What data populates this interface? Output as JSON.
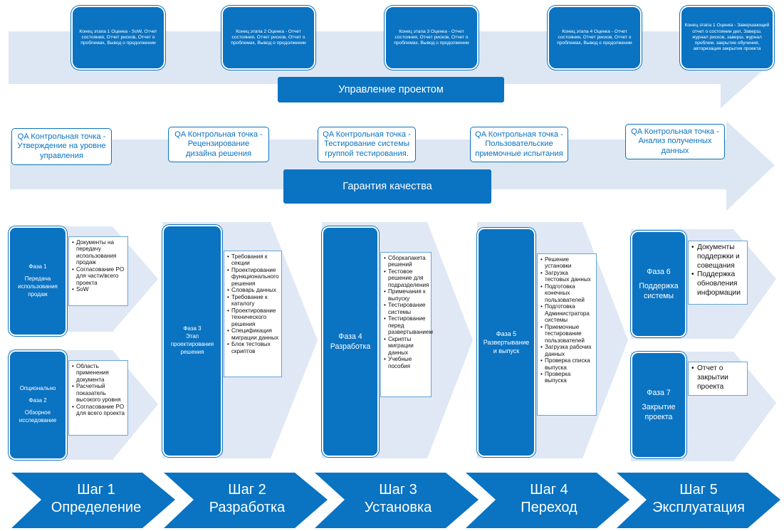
{
  "project_management": {
    "banner": "Управление проектом",
    "milestones": [
      "Конец этапа 1 Оценка - SoW, Отчет состояния, Отчет рисков, Отчет о проблемах, Вывод о продолжении",
      "Конец этапа 2 Оценка - Отчет состояния, Отчет рисков, Отчет о проблемах, Вывод о продолжении",
      "Конец этапа 3 Оценка - Отчет состояния, Отчет рисков, Отчет о проблемах, Вывод о продолжении",
      "Конец этапа 4 Оценка - Отчет состояния, Отчет рисков, Отчет о проблемах, Вывод о продолжении",
      "Конец этапа 1 Оценка - Завершающий отчет о состоянии дел, Заверш. журнал рисков, заверш. журнал проблем, закрытие обучения, авторизация закрытия проекта"
    ]
  },
  "quality_assurance": {
    "banner": "Гарантия качества",
    "checkpoints": [
      "QA Контрольная точка - Утверждение на уровне управления",
      "QA Контрольная точка - Рецензирование дизайна решения",
      "QA Контрольная точка - Тестирование системы группой тестирования.",
      "QA Контрольная точка - Пользовательские приемочные испытания",
      "QA Контрольная точка - Анализ полученных данных"
    ]
  },
  "phases": {
    "p1": {
      "title": "Фаза 1",
      "subtitle": "Передача использования продаж",
      "items": [
        "Документы на передачу использования продаж",
        "Согласование PO для части/всего проекта",
        "SoW"
      ]
    },
    "p2": {
      "optional": "Опционально",
      "title": "Фаза 2",
      "subtitle": "Обзорное исследование",
      "items": [
        "Область применения документа",
        "Расчетный показатель высокого уровня",
        "Согласование PO для всего проекта"
      ]
    },
    "p3": {
      "title": "Фаза 3",
      "subtitle": "Этап проектирования решения",
      "items": [
        "Требования к секции",
        "Проектирование функционального решения",
        "Словарь данных",
        "Требование к каталогу",
        "Проектирование технического решения",
        "Спецификация миграции данных",
        "Блок тестовых скриптов"
      ]
    },
    "p4": {
      "title": "Фаза 4",
      "subtitle": "Разработка",
      "items": [
        "Сборкапакета решений",
        "Тестовое решение для подразделения",
        "Примечания к выпуску",
        "Тестирование системы",
        "Тестирование перед развертыванием",
        "Скрипты миграции данных",
        "Учебные пособия"
      ]
    },
    "p5": {
      "title": "Фаза 5",
      "subtitle": "Развертывание и выпуск",
      "items": [
        "Решение установки",
        "Загрузка тестовых данных",
        "Подготовка конечных пользователей",
        "Подготовка Администратора системы",
        "Приемочные тестирование пользователей",
        "Загрузка рабочих данных",
        "Проверка списка выпуска",
        "Проверка выпуска"
      ]
    },
    "p6": {
      "title": "Фаза 6",
      "subtitle": "Поддержка системы",
      "items": [
        "Документы поддержки и совещания",
        "Поддержка обновления информации"
      ]
    },
    "p7": {
      "title": "Фаза 7",
      "subtitle": "Закрытие проекта",
      "items": [
        "Отчет о закрытии проекта"
      ]
    }
  },
  "steps": [
    {
      "label": "Шаг 1",
      "name": "Определение"
    },
    {
      "label": "Шаг 2",
      "name": "Разработка"
    },
    {
      "label": "Шаг 3",
      "name": "Установка"
    },
    {
      "label": "Шаг 4",
      "name": "Переход"
    },
    {
      "label": "Шаг 5",
      "name": "Эксплуатация"
    }
  ],
  "colors": {
    "blue": "#0a73c2",
    "band": "#dde7f3",
    "chevron_light": "#dfe8f4",
    "step_chevron": "#0a73c2"
  }
}
